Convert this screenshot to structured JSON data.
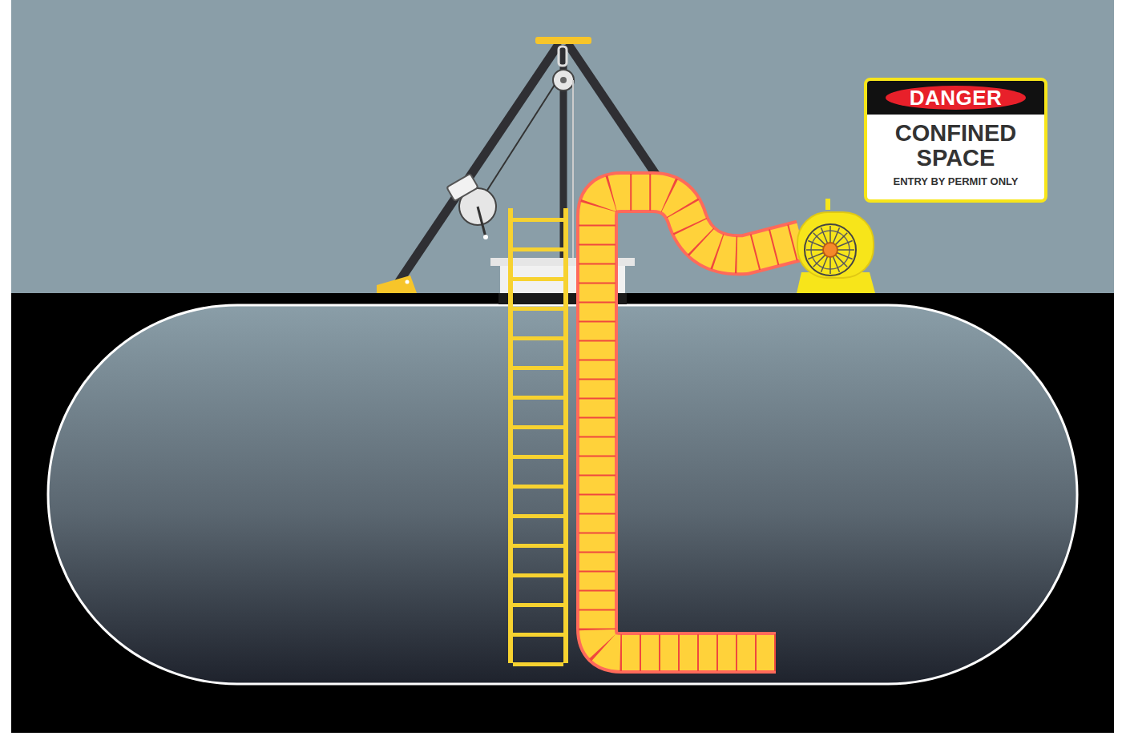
{
  "diagram": {
    "nodes": [
      {
        "text": [
          "DANGER",
          "CONFINED SPACE",
          "ENTRY BY PERMIT ONLY"
        ]
      }
    ]
  }
}
